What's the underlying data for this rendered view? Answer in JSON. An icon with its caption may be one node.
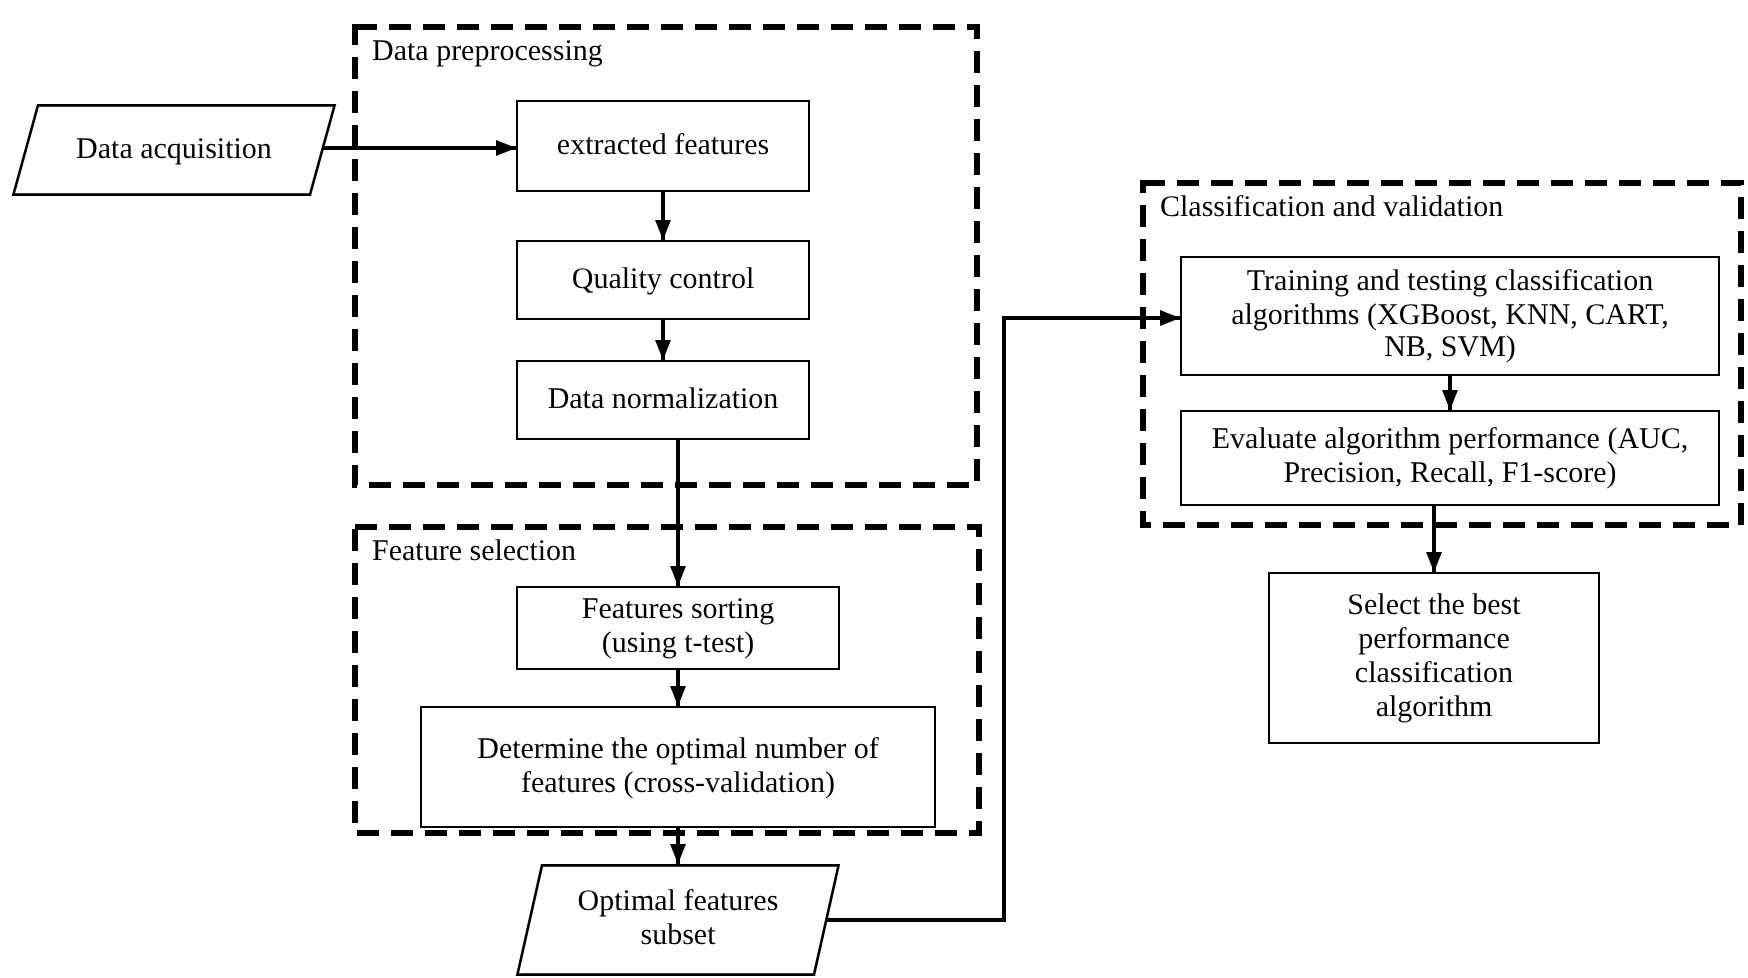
{
  "diagram": {
    "nodes": [
      {
        "text": [
          "Data preprocessing"
        ]
      },
      {
        "text": [
          "Data acquisition"
        ]
      },
      {
        "text": [
          "extracted features"
        ],
        "in": 0
      },
      {
        "text": [
          "Quality control"
        ],
        "in": 0
      },
      {
        "text": [
          "Data normalization"
        ],
        "in": 0
      },
      {
        "text": [
          "Feature selection"
        ]
      },
      {
        "text": [
          "Features sorting (using t-test)"
        ],
        "in": 5
      },
      {
        "text": [
          "Determine the optimal number of features (cross-validation)"
        ],
        "in": 5
      },
      {
        "text": [
          "Optimal features subset"
        ]
      },
      {
        "text": [
          "Classification and validation"
        ]
      },
      {
        "text": [
          "Training and testing classification algorithms (XGBoost, KNN, CART, NB, SVM)"
        ],
        "in": 9
      },
      {
        "text": [
          "Evaluate algorithm performance (AUC, Precision, Recall, F1-score)"
        ],
        "in": 9
      },
      {
        "text": [
          "Select the best performance classification algorithm"
        ]
      }
    ],
    "edges": [
      {
        "from": 1,
        "to": 2,
        "arrow": "to"
      },
      {
        "from": 2,
        "to": 3,
        "arrow": "to"
      },
      {
        "from": 3,
        "to": 4,
        "arrow": "to"
      },
      {
        "from": 4,
        "to": 6,
        "arrow": "to"
      },
      {
        "from": 6,
        "to": 7,
        "arrow": "to"
      },
      {
        "from": 7,
        "to": 8,
        "arrow": "to"
      },
      {
        "from": 8,
        "to": 10,
        "arrow": "to"
      },
      {
        "from": 10,
        "to": 11,
        "arrow": "to"
      },
      {
        "from": 11,
        "to": 12,
        "arrow": "to"
      }
    ]
  }
}
